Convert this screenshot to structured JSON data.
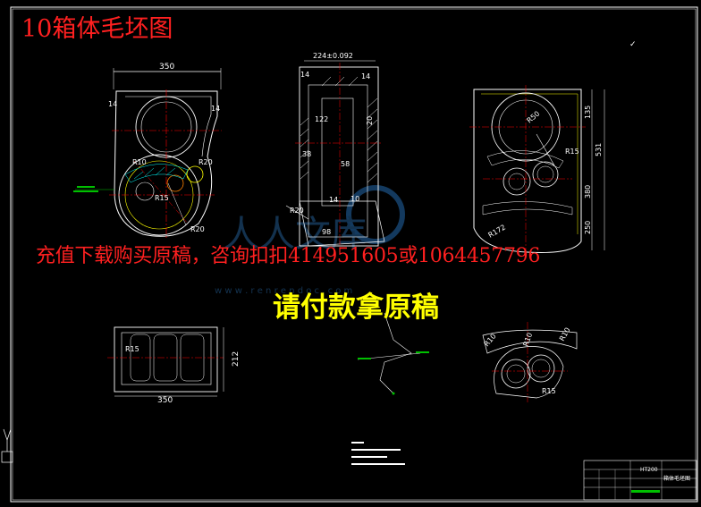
{
  "drawing": {
    "title": "10箱体毛坯图",
    "contact_notice": "充值下载购买原稿，咨询扣扣414951605或1064457796",
    "payment_notice": "请付款拿原稿"
  },
  "front_view": {
    "dim_width": "350",
    "dim_wall_left": "14",
    "dim_wall_right": "14",
    "radius_1": "R20",
    "radius_2": "R20",
    "radius_3": "R15",
    "radius_4": "R10"
  },
  "section_view": {
    "dim_top": "224±0.092",
    "dim_14a": "14",
    "dim_14b": "14",
    "dim_38": "38",
    "dim_122": "122",
    "dim_20": "20",
    "dim_58": "58",
    "dim_radius": "R20",
    "dim_98": "98",
    "dim_10": "10",
    "dim_14c": "14"
  },
  "side_view": {
    "radius_large": "R50",
    "radius_small": "R15",
    "radius_arc": "R172",
    "dim_135": "135",
    "dim_531": "531",
    "dim_380": "380",
    "dim_250": "250"
  },
  "bottom_view": {
    "radius": "R15",
    "dim_width": "350",
    "dim_height": "212"
  },
  "detail_view": {
    "radius_a": "R10",
    "radius_b": "R10",
    "radius_c": "R10",
    "radius_d": "R15"
  },
  "roughness": "✓",
  "title_block": {
    "material": "HT200",
    "part_name": "箱体毛坯图"
  },
  "colors": {
    "background": "#000000",
    "outline": "#ffffff",
    "centerline": "#ff0000",
    "dimension": "#ffffff",
    "hatch": "#00ffff",
    "title_red": "#ff2020",
    "notice_yellow": "#ffff00"
  }
}
